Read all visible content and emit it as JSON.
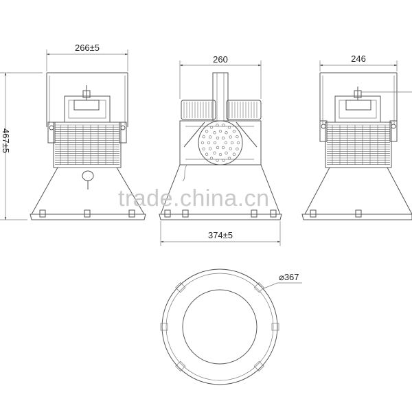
{
  "dimensions": {
    "side_left_width": "266±5",
    "side_left_height": "467±5",
    "front_width": "260",
    "side_right_width": "246",
    "base_width": "374±5",
    "ring_diameter": "⌀367"
  },
  "watermark": "trade.china.cn"
}
